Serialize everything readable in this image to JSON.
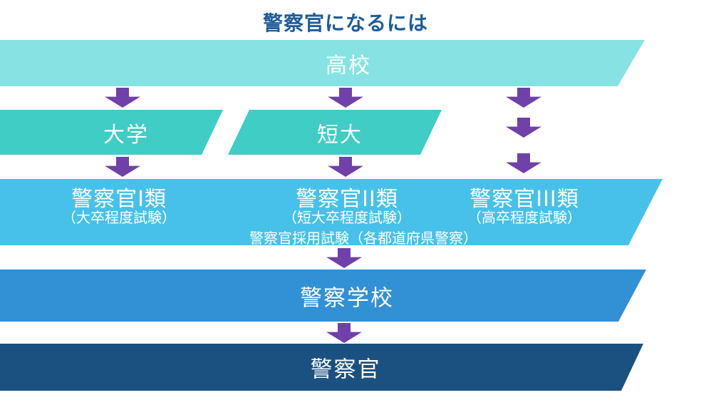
{
  "title": {
    "text": "警察官になるには"
  },
  "flow": {
    "highschool": {
      "label": "高校"
    },
    "university": {
      "label": "大学"
    },
    "junior_college": {
      "label": "短大"
    },
    "exam_band": {
      "columns": [
        {
          "title": "警察官I類",
          "subtitle": "（大卒程度試験）"
        },
        {
          "title": "警察官II類",
          "subtitle": "（短大卒程度試験）"
        },
        {
          "title": "警察官III類",
          "subtitle": "（高卒程度試験）"
        }
      ],
      "note": "警察官採用試験（各都道府県警察）"
    },
    "police_academy": {
      "label": "警察学校"
    },
    "police_officer": {
      "label": "警察官"
    }
  },
  "icons": {
    "down_arrow": "down-arrow"
  },
  "colors": {
    "highschool_band": "#87E3E3",
    "university_band": "#3FCDC5",
    "exam_band": "#47C1EA",
    "police_academy_band": "#3290D5",
    "police_officer_band": "#1B5180",
    "arrow": "#7041A9",
    "title_text": "#1E5C99",
    "band_text": "#FFFFFF"
  }
}
